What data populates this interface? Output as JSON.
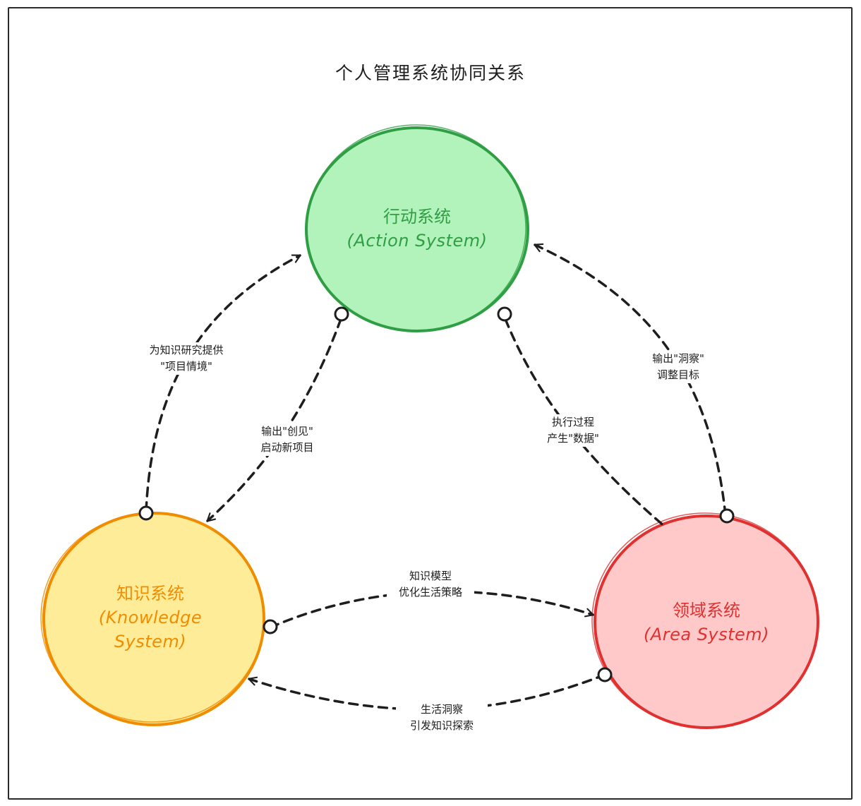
{
  "title": "个人管理系统协同关系",
  "nodes": {
    "action": {
      "zh": "行动系统",
      "en": "(Action System)",
      "text_color": "#2f9e44",
      "fill": "#b2f2bb",
      "stroke": "#2f9e44"
    },
    "knowledge": {
      "zh": "知识系统",
      "en_line1": "(Knowledge",
      "en_line2": "System)",
      "text_color": "#f08c00",
      "fill": "#ffec99",
      "stroke": "#f08c00"
    },
    "area": {
      "zh": "领域系统",
      "en": "(Area System)",
      "text_color": "#e03131",
      "fill": "#ffc9c9",
      "stroke": "#e03131"
    }
  },
  "edges": {
    "knowledge_to_action": {
      "line1": "为知识研究提供",
      "line2": "\"项目情境\""
    },
    "action_to_knowledge": {
      "line1": "输出\"创见\"",
      "line2": "启动新项目"
    },
    "action_to_area": {
      "line1": "执行过程",
      "line2": "产生\"数据\""
    },
    "area_to_action": {
      "line1": "输出\"洞察\"",
      "line2": "调整目标"
    },
    "knowledge_to_area": {
      "line1": "知识模型",
      "line2": "优化生活策略"
    },
    "area_to_knowledge": {
      "line1": "生活洞察",
      "line2": "引发知识探索"
    }
  },
  "colors": {
    "edge": "#1e1e1e"
  }
}
